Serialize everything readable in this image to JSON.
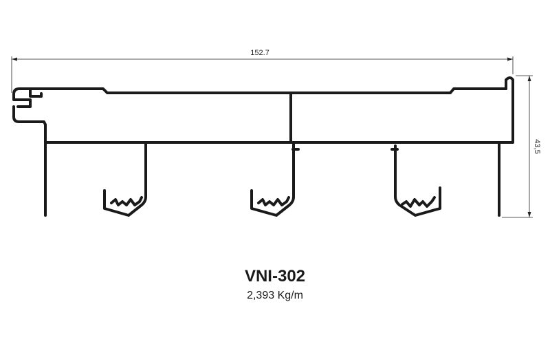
{
  "profile": {
    "code": "VNI-302",
    "weight": "2,393 Kg/m"
  },
  "dimensions": {
    "width": "152.7",
    "height": "43,5"
  },
  "colors": {
    "line": "#222222",
    "profile": "#1a1a1a",
    "background": "#ffffff"
  }
}
